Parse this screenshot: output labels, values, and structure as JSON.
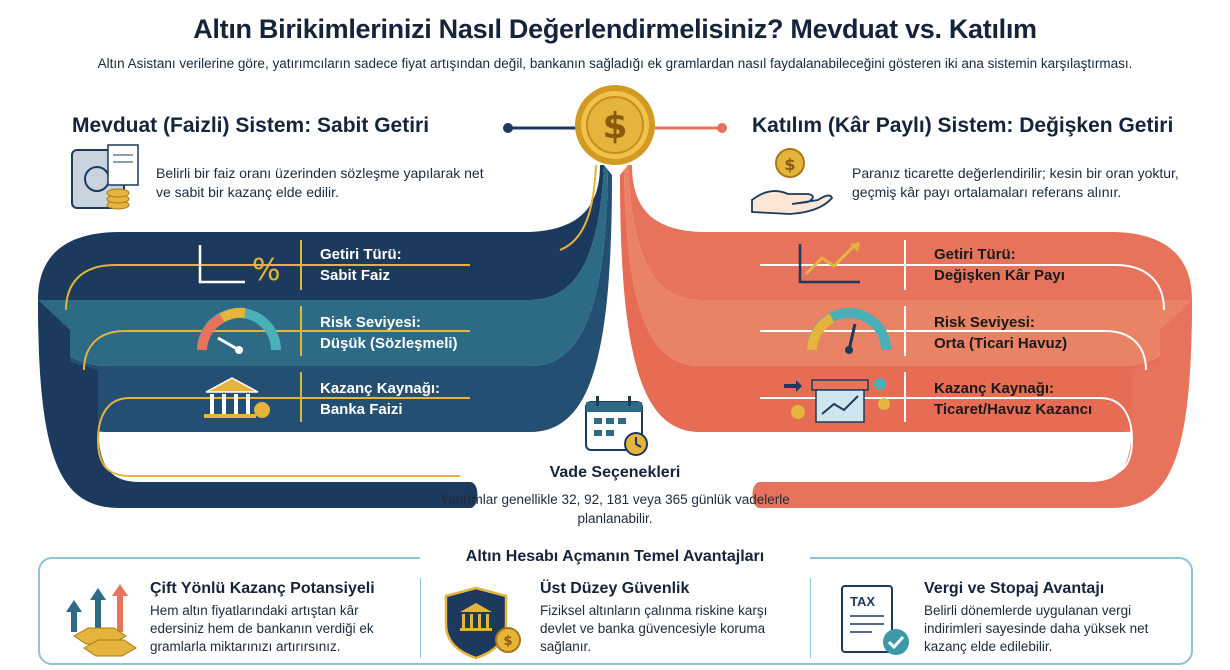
{
  "header": {
    "title": "Altın Birikimlerinizi Nasıl Değerlendirmelisiniz? Mevduat vs. Katılım",
    "subtitle": "Altın Asistanı verilerine göre, yatırımcıların sadece fiyat artışından değil, bankanın sağladığı ek gramlardan nasıl faydalanabileceğini gösteren iki ana sistemin karşılaştırması."
  },
  "mevduat": {
    "title": "Mevduat (Faizli) Sistem: Sabit Getiri",
    "description": "Belirli bir faiz oranı üzerinden sözleşme yapılarak net ve sabit bir kazanç elde edilir.",
    "rows": [
      {
        "label": "Getiri Türü:",
        "value": "Sabit Faiz"
      },
      {
        "label": "Risk Seviyesi:",
        "value": "Düşük (Sözleşmeli)"
      },
      {
        "label": "Kazanç Kaynağı:",
        "value": "Banka Faizi"
      }
    ]
  },
  "katilim": {
    "title": "Katılım (Kâr Paylı) Sistem: Değişken Getiri",
    "description": "Paranız ticarette değerlendirilir; kesin bir oran yoktur, geçmiş kâr payı ortalamaları referans alınır.",
    "rows": [
      {
        "label": "Getiri Türü:",
        "value": "Değişken Kâr Payı"
      },
      {
        "label": "Risk Seviyesi:",
        "value": "Orta (Ticari Havuz)"
      },
      {
        "label": "Kazanç Kaynağı:",
        "value": "Ticaret/Havuz Kazancı"
      }
    ]
  },
  "vade": {
    "title": "Vade Seçenekleri",
    "description": "Yatırımlar genellikle 32, 92, 181 veya 365 günlük vadelerle planlanabilir."
  },
  "advantages": {
    "heading": "Altın Hesabı Açmanın Temel Avantajları",
    "items": [
      {
        "title": "Çift Yönlü Kazanç Potansiyeli",
        "description": "Hem altın fiyatlarındaki artıştan kâr edersiniz hem de bankanın verdiği ek gramlarla miktarınızı artırırsınız."
      },
      {
        "title": "Üst Düzey Güvenlik",
        "description": "Fiziksel altınların çalınma riskine karşı devlet ve banka güvencesiyle koruma sağlanır."
      },
      {
        "title": "Vergi ve Stopaj Avantajı",
        "description": "Belirli dönemlerde uygulanan vergi indirimleri sayesinde daha yüksek net kazanç elde edilebilir."
      }
    ]
  },
  "icons": {
    "center": "gold-coin-dollar-icon",
    "percent": "percent-icon",
    "tax": "tax-document-icon"
  },
  "colors": {
    "navy": "#1c3a5e",
    "teal": "#2e6e88",
    "coral": "#e8735c",
    "gold": "#e4b43c"
  }
}
